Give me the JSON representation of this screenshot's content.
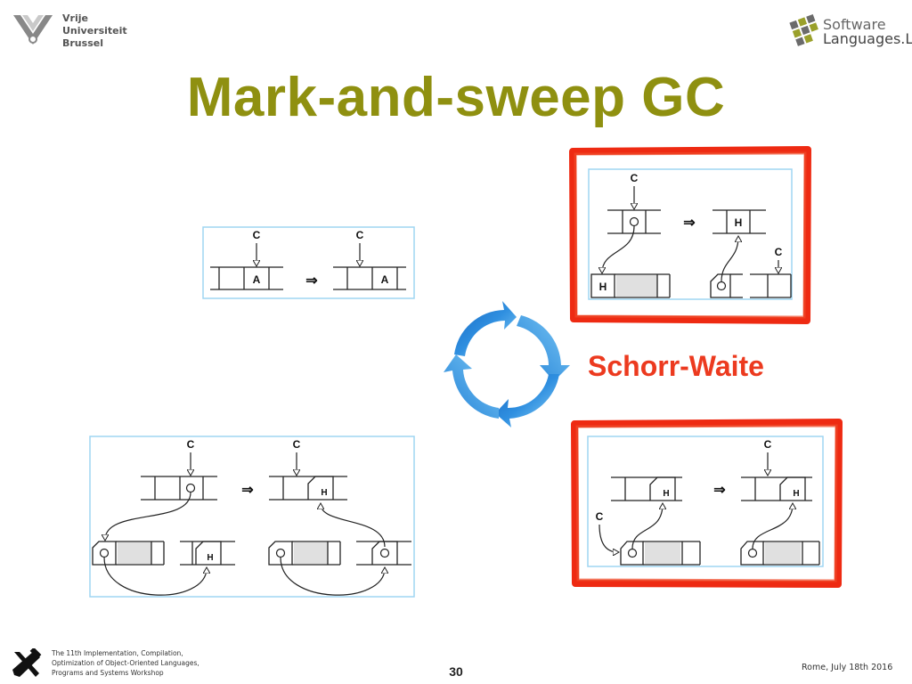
{
  "header": {
    "university_lines": [
      "Vrije",
      "Universiteit",
      "Brussel"
    ],
    "lab_line1": "Software",
    "lab_line2": "Languages.Lab",
    "title": "Mark-and-sweep GC"
  },
  "diagram": {
    "cycle_caption": "Schorr-Waite",
    "cell_label_current": "C",
    "cell_label_atom": "A",
    "cell_label_header": "H",
    "transition_symbol": "⇒",
    "highlight_color": "#ee2a12",
    "panel_border_color": "#9fd6f2",
    "cycle_arrow_color": "#2f8fe0"
  },
  "footer": {
    "workshop_lines": [
      "The 11th Implementation, Compilation,",
      "Optimization of Object-Oriented Languages,",
      "Programs and Systems Workshop"
    ],
    "page_number": "30",
    "location_date": "Rome, July 18th 2016"
  }
}
